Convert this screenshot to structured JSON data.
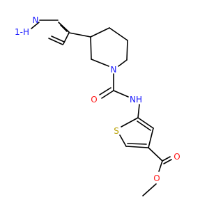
{
  "molecule": {
    "atoms": [
      {
        "id": "n_pz2",
        "symbol": "N"
      },
      {
        "id": "nh_pz1",
        "symbol": "1-H"
      },
      {
        "id": "n_pip",
        "symbol": "N"
      },
      {
        "id": "o_carbonyl",
        "symbol": "O"
      },
      {
        "id": "nh_amide",
        "symbol": "NH"
      },
      {
        "id": "s_thio",
        "symbol": "S"
      },
      {
        "id": "o_ester_dbl",
        "symbol": "O"
      },
      {
        "id": "o_ester",
        "symbol": "O"
      }
    ]
  },
  "colors": {
    "bond": "#000000",
    "nitrogen": "#1a1aff",
    "oxygen": "#ff1a1a",
    "sulfur": "#b8a000",
    "background": "#ffffff"
  }
}
